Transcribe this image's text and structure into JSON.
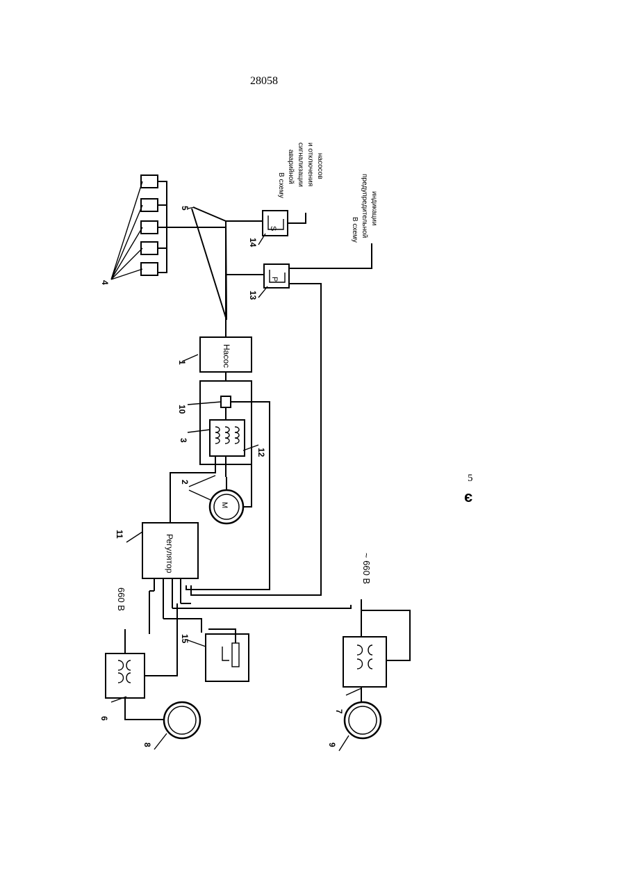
{
  "page": {
    "patent_number": "28058",
    "sheet_number": "5",
    "sheet_mark": "є"
  },
  "diagram": {
    "blocks": {
      "pump": "Насос",
      "regulator": "Регулятор",
      "motor": "М",
      "sensor_p": "Р",
      "sensor_s": "S"
    },
    "supply_top": "660 В",
    "supply_bottom": "~ 660 В",
    "callouts": [
      "1",
      "2",
      "3",
      "4",
      "5",
      "6",
      "7",
      "8",
      "9",
      "10",
      "11",
      "12",
      "13",
      "14",
      "15"
    ],
    "note_alarm": [
      "В схему",
      "аварийной",
      "сигнализации",
      "и отключения",
      "насосов"
    ],
    "note_warning": [
      "В схему",
      "предупредительной",
      "индикации"
    ]
  }
}
